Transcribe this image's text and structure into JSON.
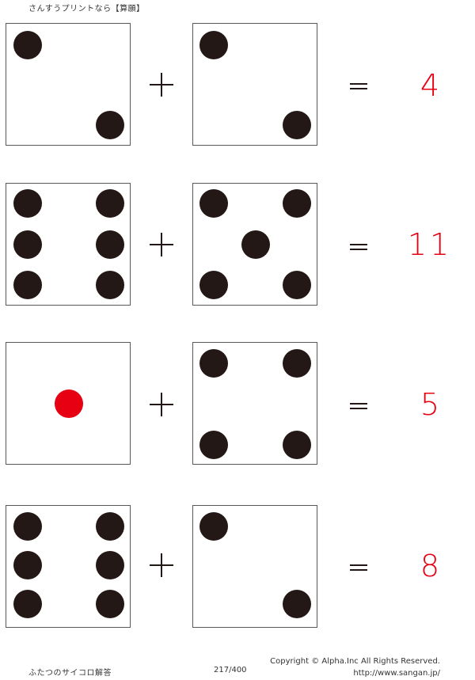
{
  "header": {
    "title": "さんすうプリントなら【算願】"
  },
  "colors": {
    "pip": "#231815",
    "highlight_pip": "#e60012",
    "answer": "#e60012",
    "border": "#595757"
  },
  "problems": [
    {
      "left_die": 2,
      "operator": "+",
      "right_die": 2,
      "equals": "=",
      "answer": "4"
    },
    {
      "left_die": 6,
      "operator": "+",
      "right_die": 5,
      "equals": "=",
      "answer": "11"
    },
    {
      "left_die": 1,
      "operator": "+",
      "right_die": 4,
      "equals": "=",
      "answer": "5"
    },
    {
      "left_die": 6,
      "operator": "+",
      "right_die": 2,
      "equals": "=",
      "answer": "8"
    }
  ],
  "footer": {
    "title": "ふたつのサイコロ解答",
    "page": "217/400",
    "copyright": "Copyright ©  Alpha.Inc All Rights Reserved.",
    "url": "http://www.sangan.jp/"
  }
}
